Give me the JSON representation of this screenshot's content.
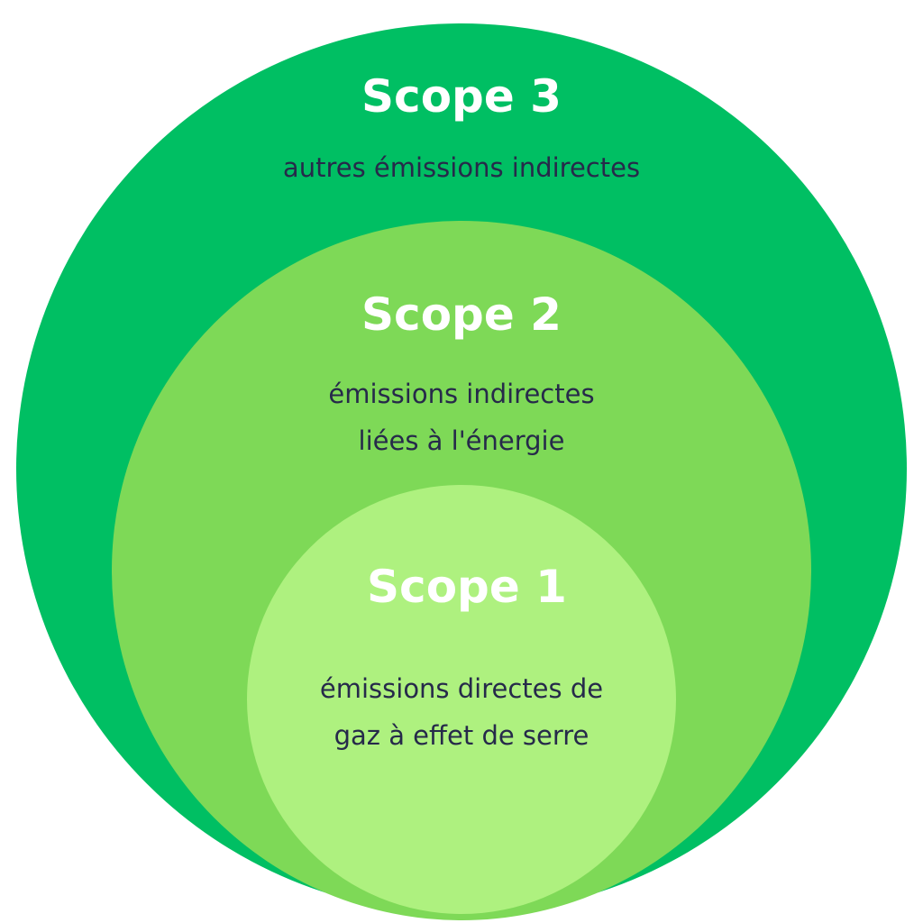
{
  "colors": {
    "scope3": "#00bf63",
    "scope2": "#7ed957",
    "scope1": "#aef17f",
    "title_text": "#ffffff",
    "desc_text": "#262a4a"
  },
  "scope3": {
    "title": "Scope 3",
    "lines": [
      "autres émissions indirectes"
    ]
  },
  "scope2": {
    "title": "Scope 2",
    "lines": [
      "émissions indirectes",
      "liées à l'énergie"
    ]
  },
  "scope1": {
    "title": "Scope 1",
    "lines": [
      "émissions directes de",
      "gaz à effet de serre"
    ]
  }
}
